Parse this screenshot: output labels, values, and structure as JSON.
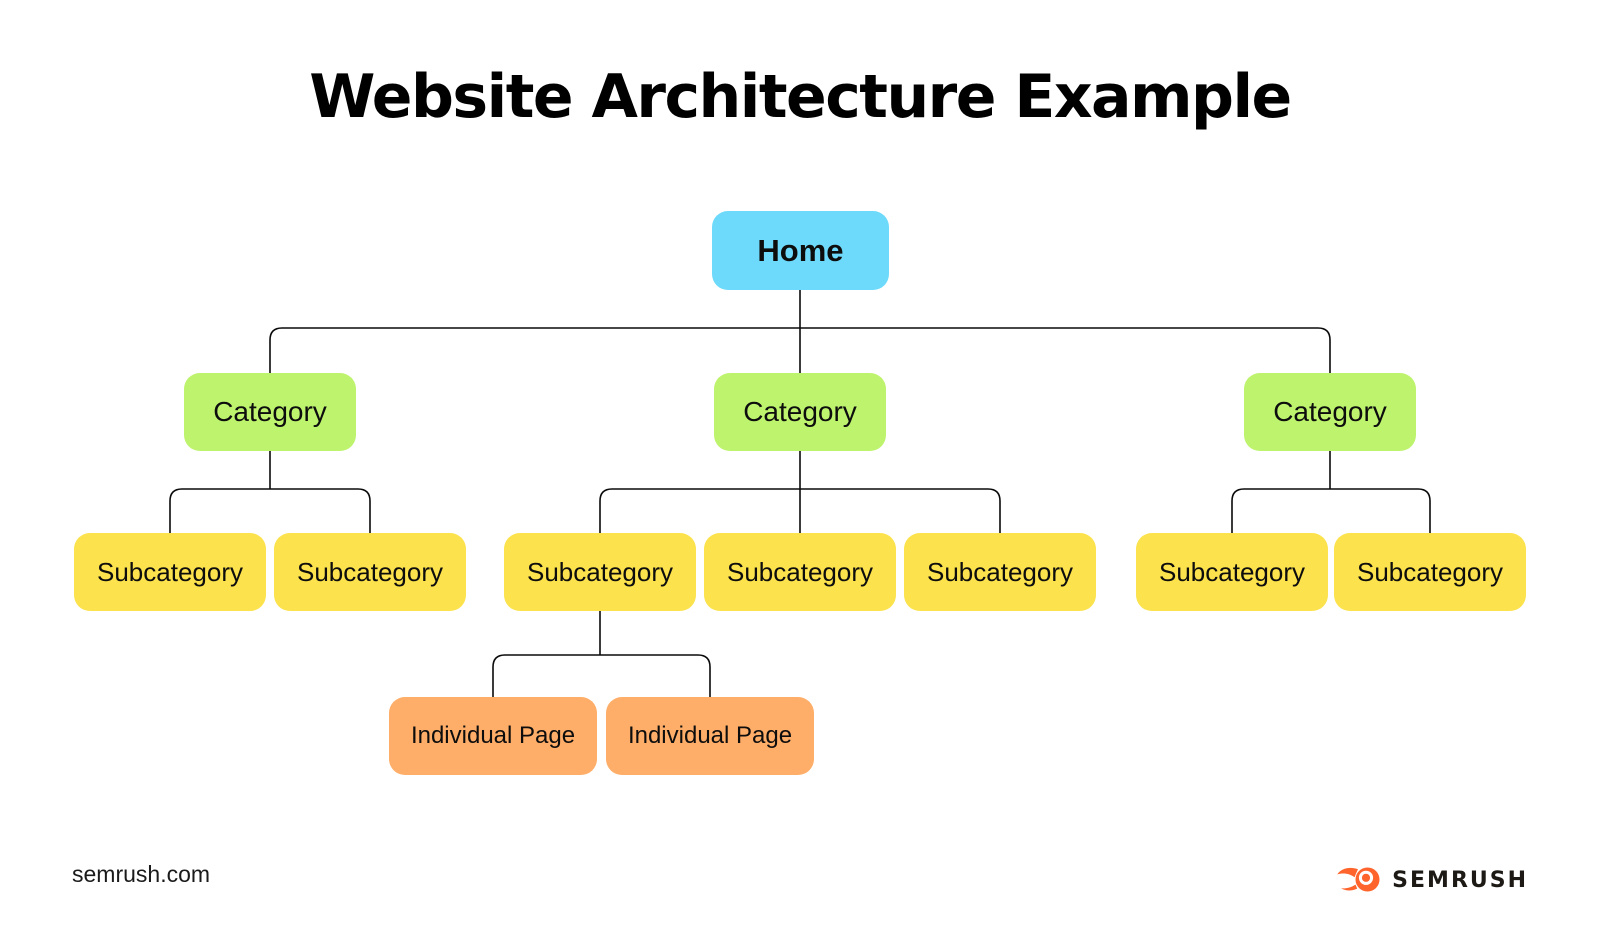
{
  "title": "Website Architecture Example",
  "colors": {
    "home": "#6EDAFB",
    "category": "#BEF36E",
    "subcategory": "#FCE24C",
    "individual_page": "#FFAE69",
    "connector": "#0a0a0a",
    "background": "#FFFFFF",
    "brand_orange": "#FF642D"
  },
  "diagram": {
    "home": {
      "label": "Home"
    },
    "categories": [
      {
        "label": "Category",
        "subcategories": [
          {
            "label": "Subcategory"
          },
          {
            "label": "Subcategory"
          }
        ]
      },
      {
        "label": "Category",
        "subcategories": [
          {
            "label": "Subcategory",
            "pages": [
              {
                "label": "Individual Page"
              },
              {
                "label": "Individual Page"
              }
            ]
          },
          {
            "label": "Subcategory"
          },
          {
            "label": "Subcategory"
          }
        ]
      },
      {
        "label": "Category",
        "subcategories": [
          {
            "label": "Subcategory"
          },
          {
            "label": "Subcategory"
          }
        ]
      }
    ]
  },
  "footer": {
    "website": "semrush.com",
    "brand": "SEMRUSH",
    "brand_icon": "semrush-comet-icon"
  }
}
